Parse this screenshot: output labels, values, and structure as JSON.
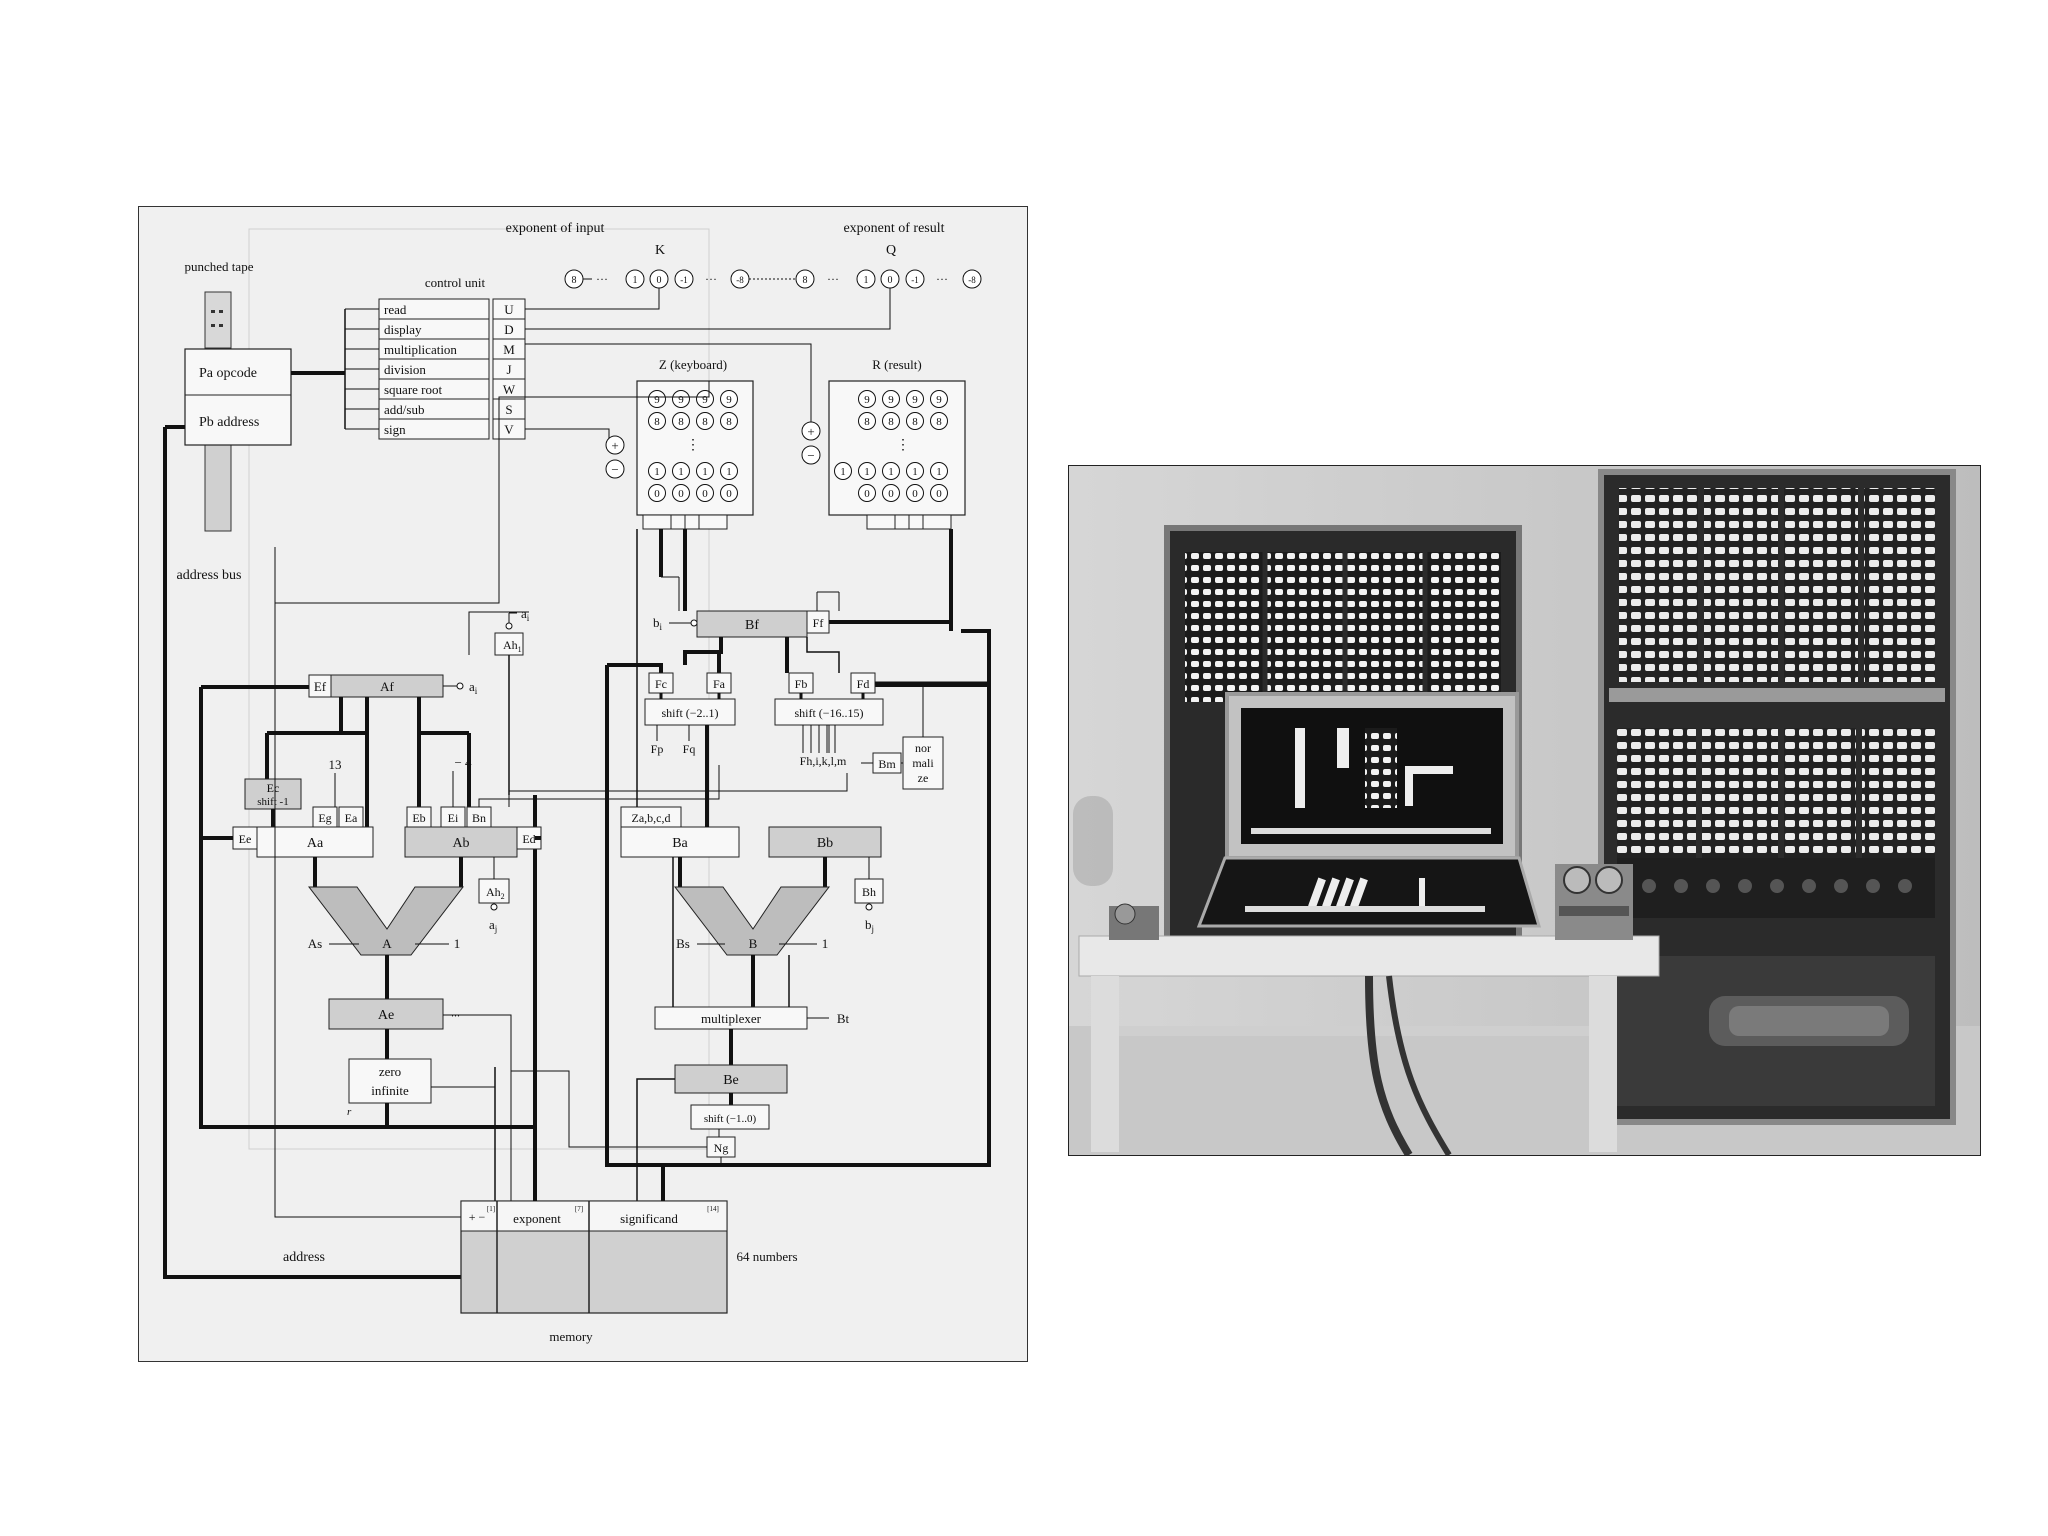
{
  "diagram": {
    "labels": {
      "exponent_of_input": "exponent of input",
      "exponent_of_result": "exponent of result",
      "K": "K",
      "Q": "Q",
      "punched_tape": "punched tape",
      "control_unit": "control unit",
      "pa_opcode": "Pa   opcode",
      "pb_address": "Pb  address",
      "address_bus": "address bus",
      "keyboard": "Z  (keyboard)",
      "result": "R  (result)",
      "address": "address",
      "memory": "memory",
      "numbers": "64 numbers",
      "mem_sign": "+ −",
      "mem_exponent": "exponent",
      "mem_significand": "significand",
      "sup_sign": "[1]",
      "sup_exponent": "[7]",
      "sup_significand": "[14]",
      "ellipsis": "···",
      "vdots": "⋮",
      "plus": "+",
      "minus": "−"
    },
    "input_exponent_circles": [
      "8",
      "1",
      "0",
      "-1",
      "-8"
    ],
    "result_exponent_circles": [
      "8",
      "1",
      "0",
      "-1",
      "-8"
    ],
    "digit_rows": [
      "9",
      "8",
      "1",
      "0"
    ],
    "control_ops": [
      {
        "name": "read",
        "code": "U"
      },
      {
        "name": "display",
        "code": "D"
      },
      {
        "name": "multiplication",
        "code": "M"
      },
      {
        "name": "division",
        "code": "J"
      },
      {
        "name": "square root",
        "code": "W"
      },
      {
        "name": "add/sub",
        "code": "S"
      },
      {
        "name": "sign",
        "code": "V"
      }
    ],
    "exp_unit": {
      "Ef": "Ef",
      "Af": "Af",
      "ai": "a",
      "ai_sub": "i",
      "Ah1": "Ah",
      "Ah1_sub": "1",
      "Ec": "Ec",
      "shift_minus1": "shift -1",
      "n13": "13",
      "n_minus4": "− 4",
      "Eg": "Eg",
      "Ea": "Ea",
      "Eb": "Eb",
      "Ei": "Ei",
      "Bn_small": "Bn",
      "Ee": "Ee",
      "Aa": "Aa",
      "Ab": "Ab",
      "Ed": "Ed",
      "Ah2": "Ah",
      "Ah2_sub": "2",
      "aj": "a",
      "aj_sub": "j",
      "As": "As",
      "A": "A",
      "one": "1",
      "Ae": "Ae",
      "zero": "zero",
      "infinite": "infinite",
      "r": "r"
    },
    "sig_unit": {
      "bi": "b",
      "bi_sub": "i",
      "Bf": "Bf",
      "Ff": "Ff",
      "Fc": "Fc",
      "Fa": "Fa",
      "Fb": "Fb",
      "Fd": "Fd",
      "shift_a": "shift (−2..1)",
      "shift_b": "shift (−16..15)",
      "Fp": "Fp",
      "Fq": "Fq",
      "Fh": "Fh,i,k,l,m",
      "Bm": "Bm",
      "nor": "nor",
      "mali": "mali",
      "ze": "ze",
      "Za": "Za,b,c,d",
      "Ba": "Ba",
      "Bb": "Bb",
      "Bh": "Bh",
      "bj": "b",
      "bj_sub": "j",
      "Bs": "Bs",
      "B": "B",
      "one": "1",
      "multiplexer": "multiplexer",
      "Bt": "Bt",
      "Be": "Be",
      "shift_c": "shift (−1..0)",
      "Ng": "Ng"
    }
  },
  "photo": {
    "subject": "relay computer with control console"
  }
}
